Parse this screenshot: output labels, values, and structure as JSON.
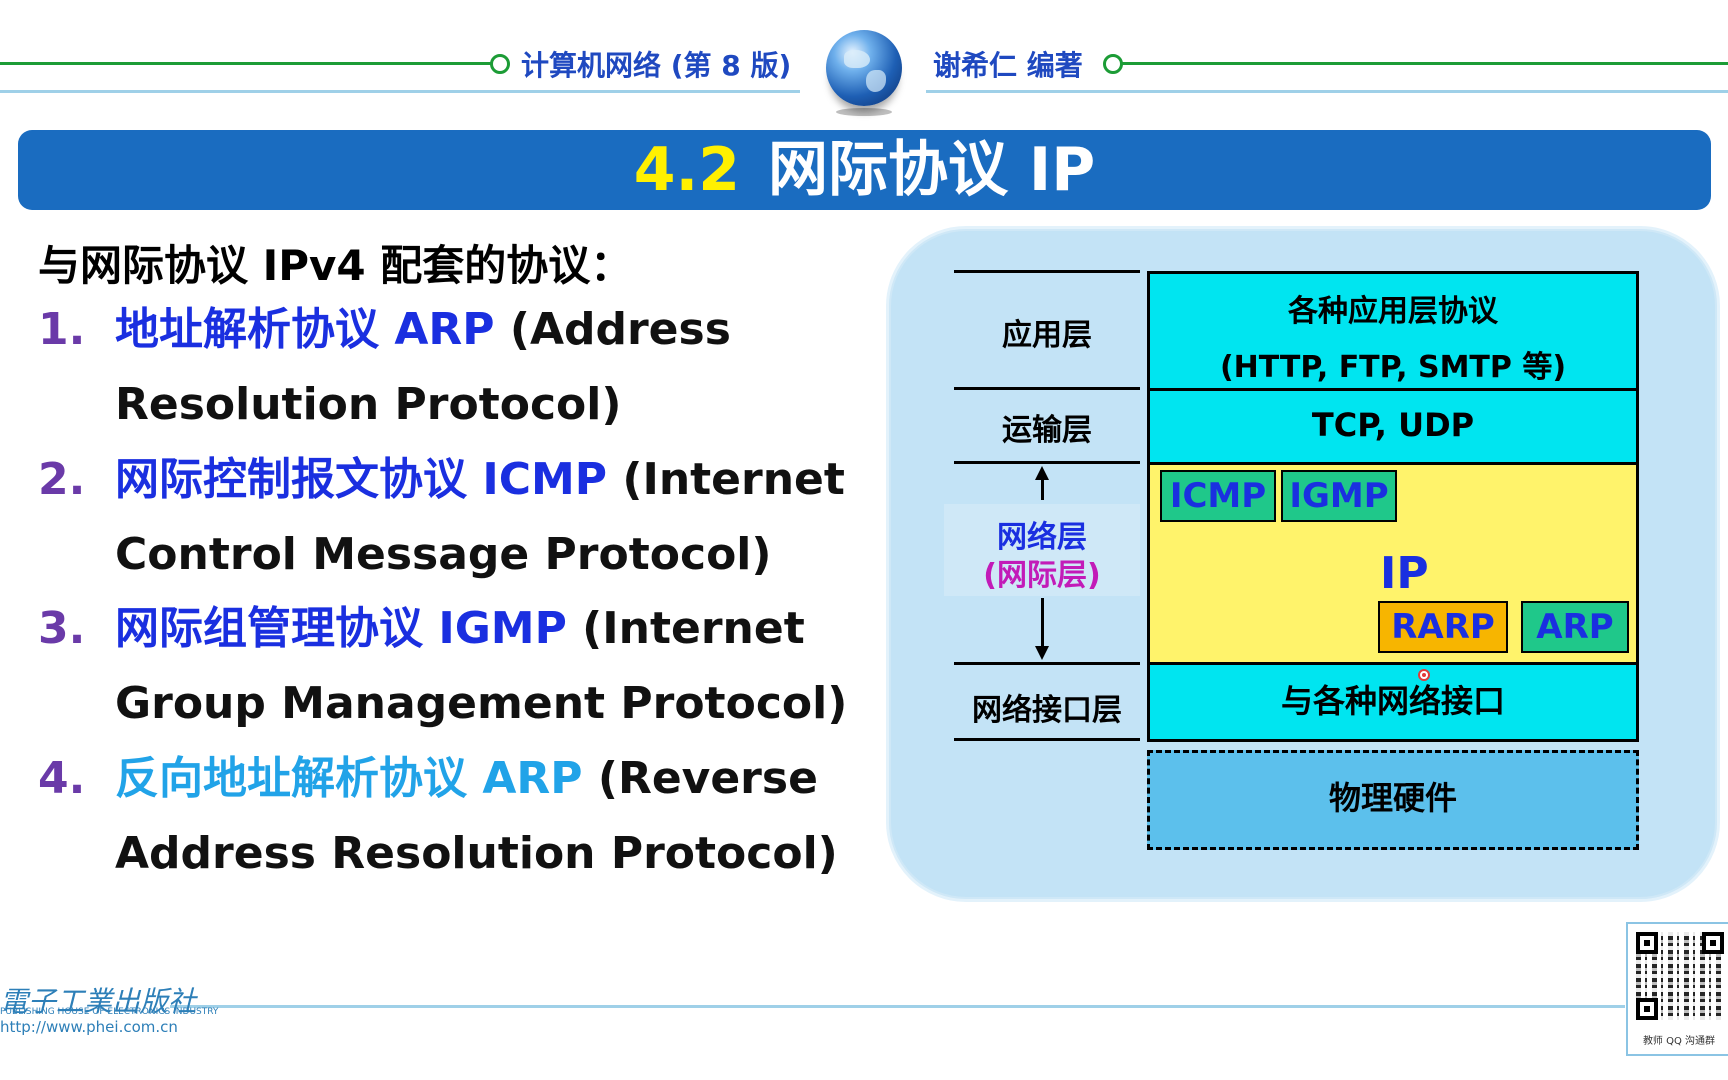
{
  "header": {
    "book_title": "计算机网络 (第 8 版)",
    "author": "谢希仁 编著"
  },
  "banner": {
    "section_number": "4.2",
    "section_title": "网际协议 IP"
  },
  "intro": "与网际协议 IPv4 配套的协议：",
  "list": [
    {
      "num": "1.",
      "cn": "地址解析协议 ARP",
      "en": "(Address",
      "cont": "Resolution Protocol)"
    },
    {
      "num": "2.",
      "cn": "网际控制报文协议 ICMP",
      "en": "(Internet",
      "cont": "Control Message Protocol)"
    },
    {
      "num": "3.",
      "cn": "网际组管理协议 IGMP",
      "en": "(Internet",
      "cont": "Group Management Protocol)"
    },
    {
      "num": "4.",
      "cn": "反向地址解析协议 ARP",
      "en": "(Reverse",
      "cont": "Address Resolution Protocol)"
    }
  ],
  "diagram": {
    "layers": {
      "application": "应用层",
      "transport": "运输层",
      "network": "网络层",
      "network_alt": "(网际层)",
      "link": "网络接口层"
    },
    "blocks": {
      "app_line1": "各种应用层协议",
      "app_line2": "(HTTP, FTP, SMTP 等)",
      "transport": "TCP, UDP",
      "icmp": "ICMP",
      "igmp": "IGMP",
      "ip": "IP",
      "rarp": "RARP",
      "arp": "ARP",
      "interface": "与各种网络接口",
      "hardware": "物理硬件"
    },
    "colors": {
      "cyan": "#00e5f0",
      "yellow": "#fff36b",
      "green": "#1fc88a",
      "orange": "#f7b500",
      "hardware": "#5cc0ec",
      "panel": "#c3e3f6"
    }
  },
  "footer": {
    "publisher_cn": "電子工業出版社",
    "publisher_en": "PUBLISHING HOUSE OF ELECTRONICS INDUSTRY",
    "url": "http://www.phei.com.cn",
    "qr_caption": "教师 QQ 沟通群"
  }
}
